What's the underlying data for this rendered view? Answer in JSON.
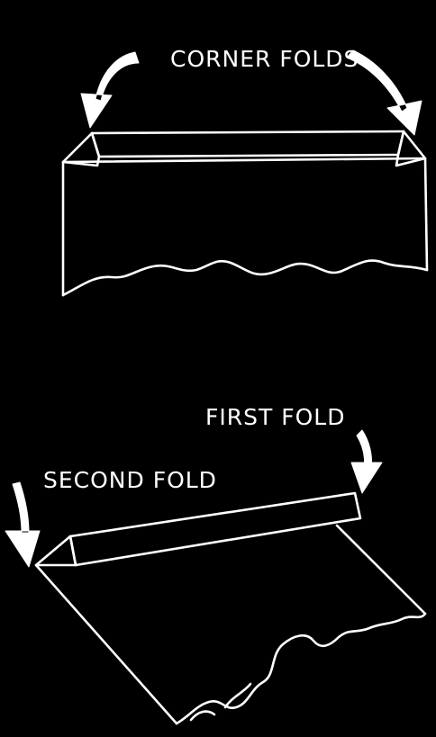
{
  "colors": {
    "background": "#000000",
    "ink": "#ffffff"
  },
  "figure_top": {
    "label": "CORNER FOLDS"
  },
  "figure_bottom": {
    "label_first": "FIRST FOLD",
    "label_second": "SECOND FOLD"
  }
}
